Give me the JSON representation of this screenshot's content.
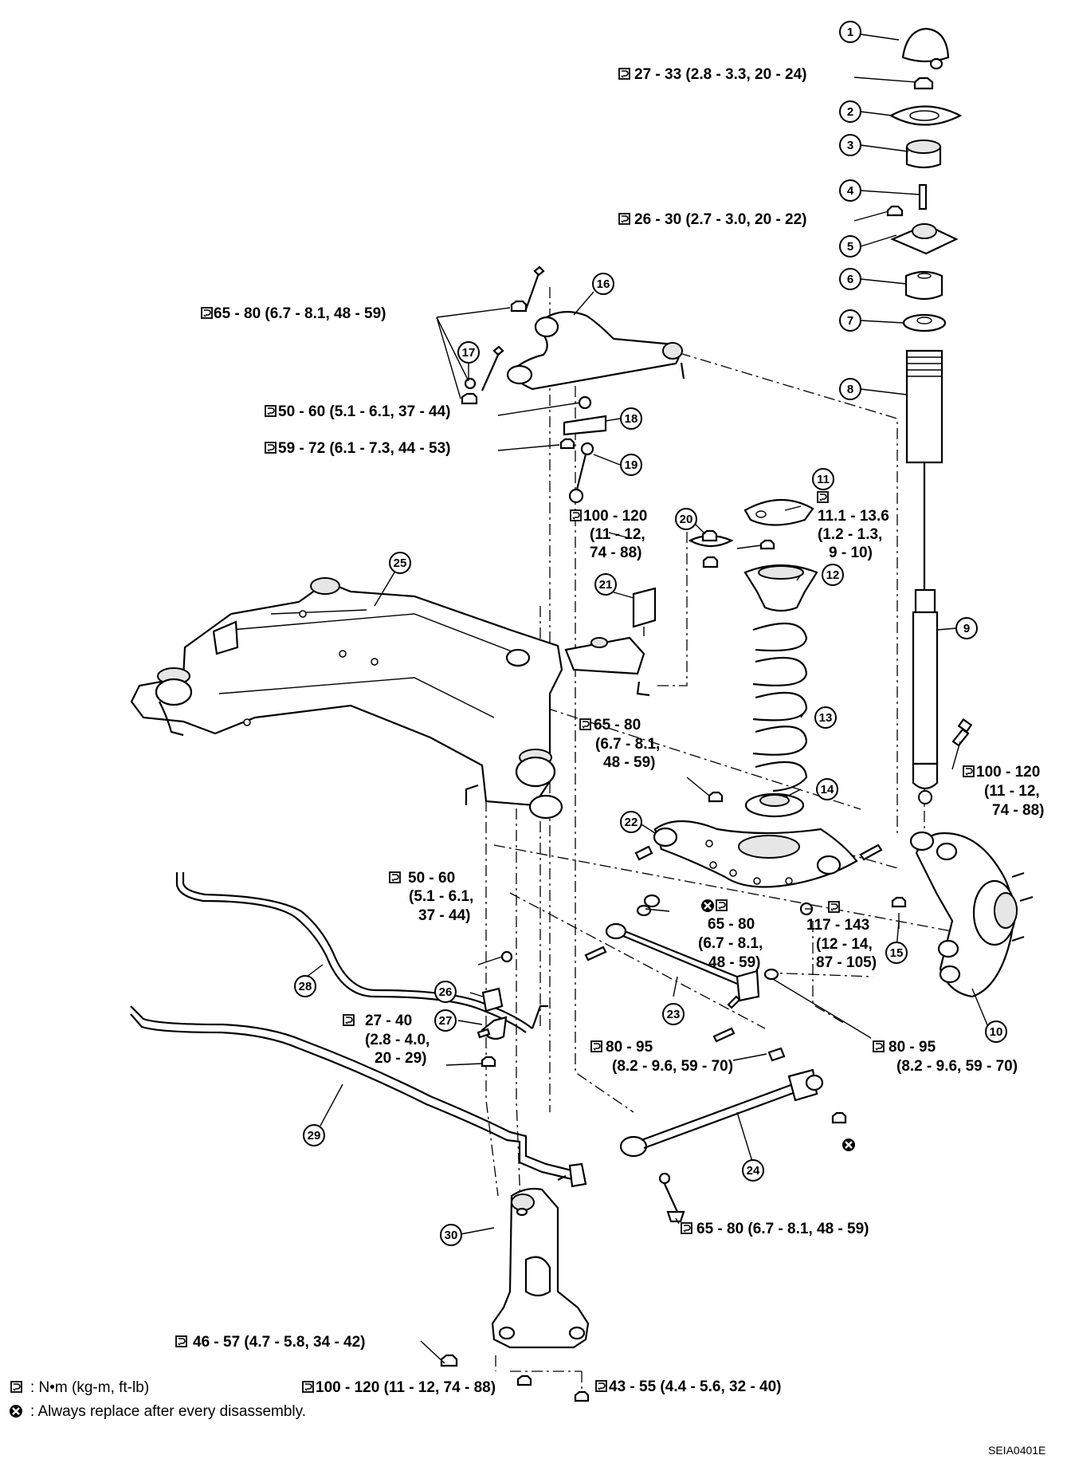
{
  "callouts": [
    "1",
    "2",
    "3",
    "4",
    "5",
    "6",
    "7",
    "8",
    "9",
    "10",
    "11",
    "12",
    "13",
    "14",
    "15",
    "16",
    "17",
    "18",
    "19",
    "20",
    "21",
    "22",
    "23",
    "24",
    "25",
    "26",
    "27",
    "28",
    "29",
    "30"
  ],
  "torque": {
    "t_top": "27 - 33 (2.8 - 3.3, 20 - 24)",
    "t_mount": "26 - 30 (2.7 - 3.0, 20 - 22)",
    "t_upper_arm": "65 - 80 (6.7 - 8.1, 48 - 59)",
    "t_bracket18": "50 - 60 (5.1 - 6.1, 37 - 44)",
    "t_link19": "59 - 72 (6.1 - 7.3, 44 - 53)",
    "t_20_a": "100 - 120",
    "t_20_b": "(11 - 12,",
    "t_20_c": "74 - 88)",
    "t_11_a": "11.1 - 13.6",
    "t_11_b": "(1.2 - 1.3,",
    "t_11_c": "9 - 10)",
    "t_9_a": "100 - 120",
    "t_9_b": "(11 - 12,",
    "t_9_c": "74 - 88)",
    "t_22_a": "65 - 80",
    "t_22_b": "(6.7 - 8.1,",
    "t_22_c": "48 - 59)",
    "t_stab_a": "50 - 60",
    "t_stab_b": "(5.1 - 6.1,",
    "t_stab_c": "37 - 44)",
    "t_23n_a": "65 - 80",
    "t_23n_b": "(6.7 - 8.1,",
    "t_23n_c": "48 - 59)",
    "t_15_a": "117 - 143",
    "t_15_b": "(12 - 14,",
    "t_15_c": "87 - 105)",
    "t_27_a": "27 - 40",
    "t_27_b": "(2.8 - 4.0,",
    "t_27_c": "20 - 29)",
    "t_24l_a": "80 - 95",
    "t_24l_b": "(8.2 - 9.6, 59 - 70)",
    "t_23r_a": "80 - 95",
    "t_23r_b": "(8.2 - 9.6, 59 - 70)",
    "t_24b": "65 - 80 (6.7 - 8.1, 48 - 59)",
    "t_30a": "46 - 57 (4.7 - 5.8, 34 - 42)",
    "t_30b": "100 - 120 (11 - 12, 74 - 88)",
    "t_30c": "43 - 55 (4.4 - 5.6, 32 - 40)"
  },
  "legend": {
    "unit_text": ": N•m (kg-m, ft-lb)",
    "replace_text": ": Always replace after every disassembly."
  },
  "figure_code": "SEIA0401E"
}
